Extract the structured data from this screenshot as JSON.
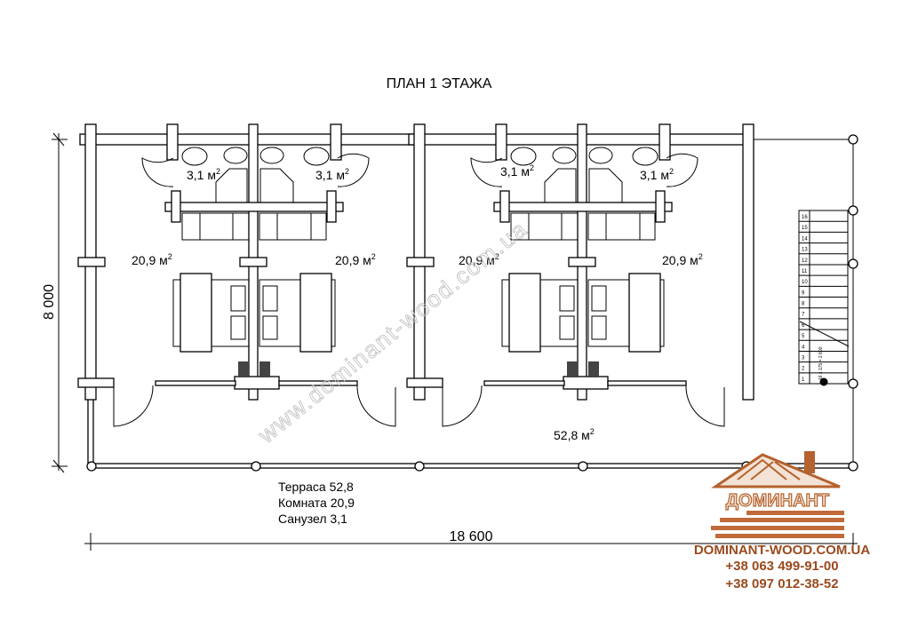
{
  "title": "ПЛАН 1 ЭТАЖА",
  "areas": {
    "bath": [
      "3,1 м",
      "3,1 м",
      "3,1 м",
      "3,1 м"
    ],
    "room": [
      "20,9 м",
      "20,9 м",
      "20,9 м",
      "20,9 м"
    ],
    "terrace": "52,8 м",
    "sup": "2"
  },
  "legend": [
    "Терраса 52,8",
    "Комната 20,9",
    "Санузел 3,1"
  ],
  "dimensions": {
    "width": "18 600",
    "depth": "8 000"
  },
  "stairs": {
    "steps": [
      "1",
      "2",
      "3",
      "4",
      "5",
      "6",
      "7",
      "8",
      "9",
      "10",
      "11",
      "12",
      "13",
      "14",
      "15",
      "16"
    ],
    "formula": "16 x 175 = 2 800"
  },
  "watermark": "www.dominant-wood.com.ua",
  "brand": {
    "logo_text": "ДОМИНАНТ",
    "site": "DOMINANT-WOOD.COM.UA",
    "phones": [
      "+38 063 499-91-00",
      "+38 097 012-38-52"
    ],
    "color": "#9a4a1e"
  }
}
